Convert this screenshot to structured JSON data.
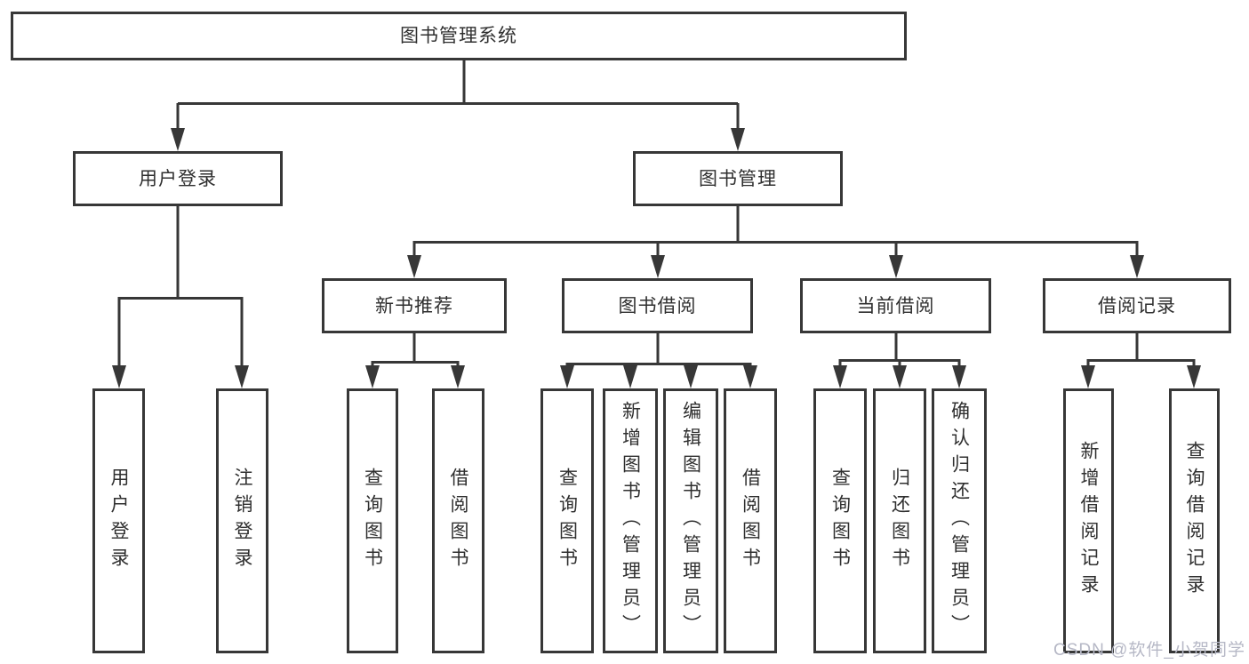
{
  "diagram": {
    "title": "图书管理系统",
    "watermark": "CSDN @软件_小贺同学",
    "colors": {
      "line": "#373737",
      "box_background": "#ffffff",
      "text": "#2f2f2f",
      "watermark": "#b6b8c6"
    },
    "nodes": {
      "root": {
        "label": "图书管理系统"
      },
      "user_login": {
        "label": "用户登录"
      },
      "book_management": {
        "label": "图书管理"
      },
      "new_book_recommend": {
        "label": "新书推荐"
      },
      "book_borrow": {
        "label": "图书借阅"
      },
      "current_borrow": {
        "label": "当前借阅"
      },
      "borrow_record": {
        "label": "借阅记录"
      },
      "leaf_user_login": {
        "label": "用户登录"
      },
      "leaf_logout": {
        "label": "注销登录"
      },
      "rec_query_book": {
        "label": "查询图书"
      },
      "rec_borrow_book": {
        "label": "借阅图书"
      },
      "bb_query_book": {
        "label": "查询图书"
      },
      "bb_add_book": {
        "label": "新增图书（管理员）"
      },
      "bb_edit_book": {
        "label": "编辑图书（管理员）"
      },
      "bb_borrow_book": {
        "label": "借阅图书"
      },
      "cb_query_book": {
        "label": "查询图书"
      },
      "cb_return_book": {
        "label": "归还图书"
      },
      "cb_confirm_return": {
        "label": "确认归还（管理员）"
      },
      "br_add_record": {
        "label": "新增借阅记录"
      },
      "br_query_record": {
        "label": "查询借阅记录"
      }
    }
  }
}
